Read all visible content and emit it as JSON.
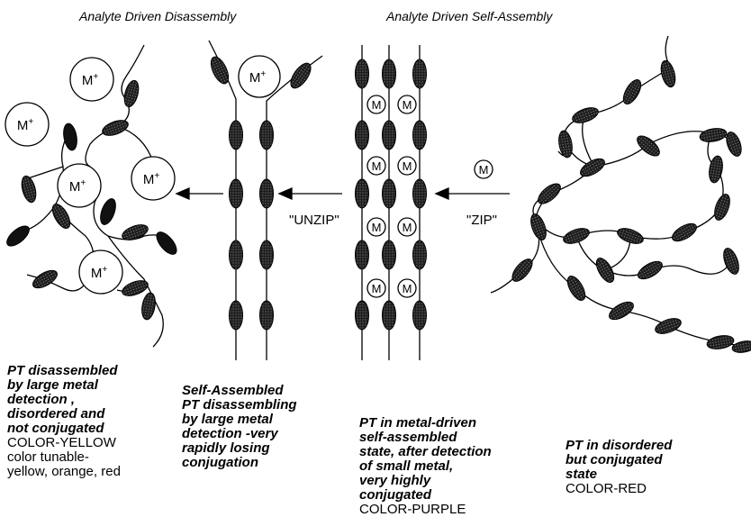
{
  "titles": {
    "disassembly": "Analyte Driven Disassembly",
    "self_assembly": "Analyte Driven Self-Assembly"
  },
  "arrows": {
    "unzip": "\"UNZIP\"",
    "zip": "\"ZIP\""
  },
  "ions": {
    "large": "M",
    "large_charge": "+",
    "small": "M"
  },
  "captions": {
    "panel1": {
      "lines": [
        "PT disassembled",
        "by large metal",
        "detection ,",
        "disordered and",
        "not conjugated"
      ],
      "color": "COLOR-YELLOW",
      "extra": [
        "color tunable-",
        "yellow, orange, red"
      ]
    },
    "panel2": {
      "lines": [
        "Self-Assembled",
        "PT disassembling",
        "by large metal",
        "detection -very",
        "rapidly losing",
        "conjugation"
      ]
    },
    "panel3": {
      "lines": [
        "PT in metal-driven",
        "self-assembled",
        "state, after detection",
        "of small metal,",
        "very highly",
        "conjugated"
      ],
      "color": "COLOR-PURPLE"
    },
    "panel4": {
      "lines": [
        "PT in disordered",
        "but conjugated",
        "state"
      ],
      "color": "COLOR-RED"
    }
  },
  "colors": {
    "ink": "#000000",
    "ellipse_fill": "#2b2b2b",
    "background": "#ffffff"
  }
}
